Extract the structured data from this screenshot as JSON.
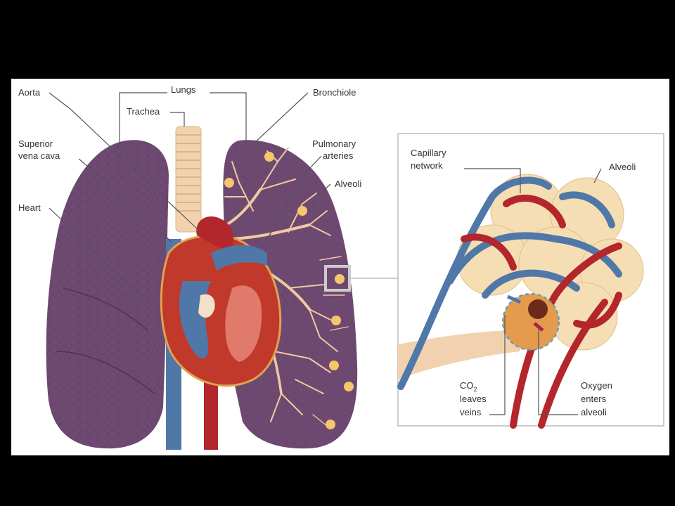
{
  "labels": {
    "aorta": "Aorta",
    "lungs": "Lungs",
    "trachea": "Trachea",
    "bronchiole": "Bronchiole",
    "superior_vena_cava_1": "Superior",
    "superior_vena_cava_2": "vena cava",
    "heart": "Heart",
    "pulmonary_arteries_1": "Pulmonary",
    "pulmonary_arteries_2": "arteries",
    "alveoli_left": "Alveoli"
  },
  "inset": {
    "capillary_1": "Capillary",
    "capillary_2": "network",
    "alveoli": "Alveoli",
    "co2_1": "CO",
    "co2_sub": "2",
    "co2_2": "leaves",
    "co2_3": "veins",
    "oxygen_1": "Oxygen",
    "oxygen_2": "enters",
    "oxygen_3": "alveoli"
  },
  "colors": {
    "lung": "#6e4a72",
    "lung_dark": "#5a3a5e",
    "artery": "#b3262b",
    "vein": "#4f78a8",
    "bronchiole": "#f0c9a0",
    "alveoli": "#f5deb3",
    "trachea": "#f2d2ae"
  }
}
